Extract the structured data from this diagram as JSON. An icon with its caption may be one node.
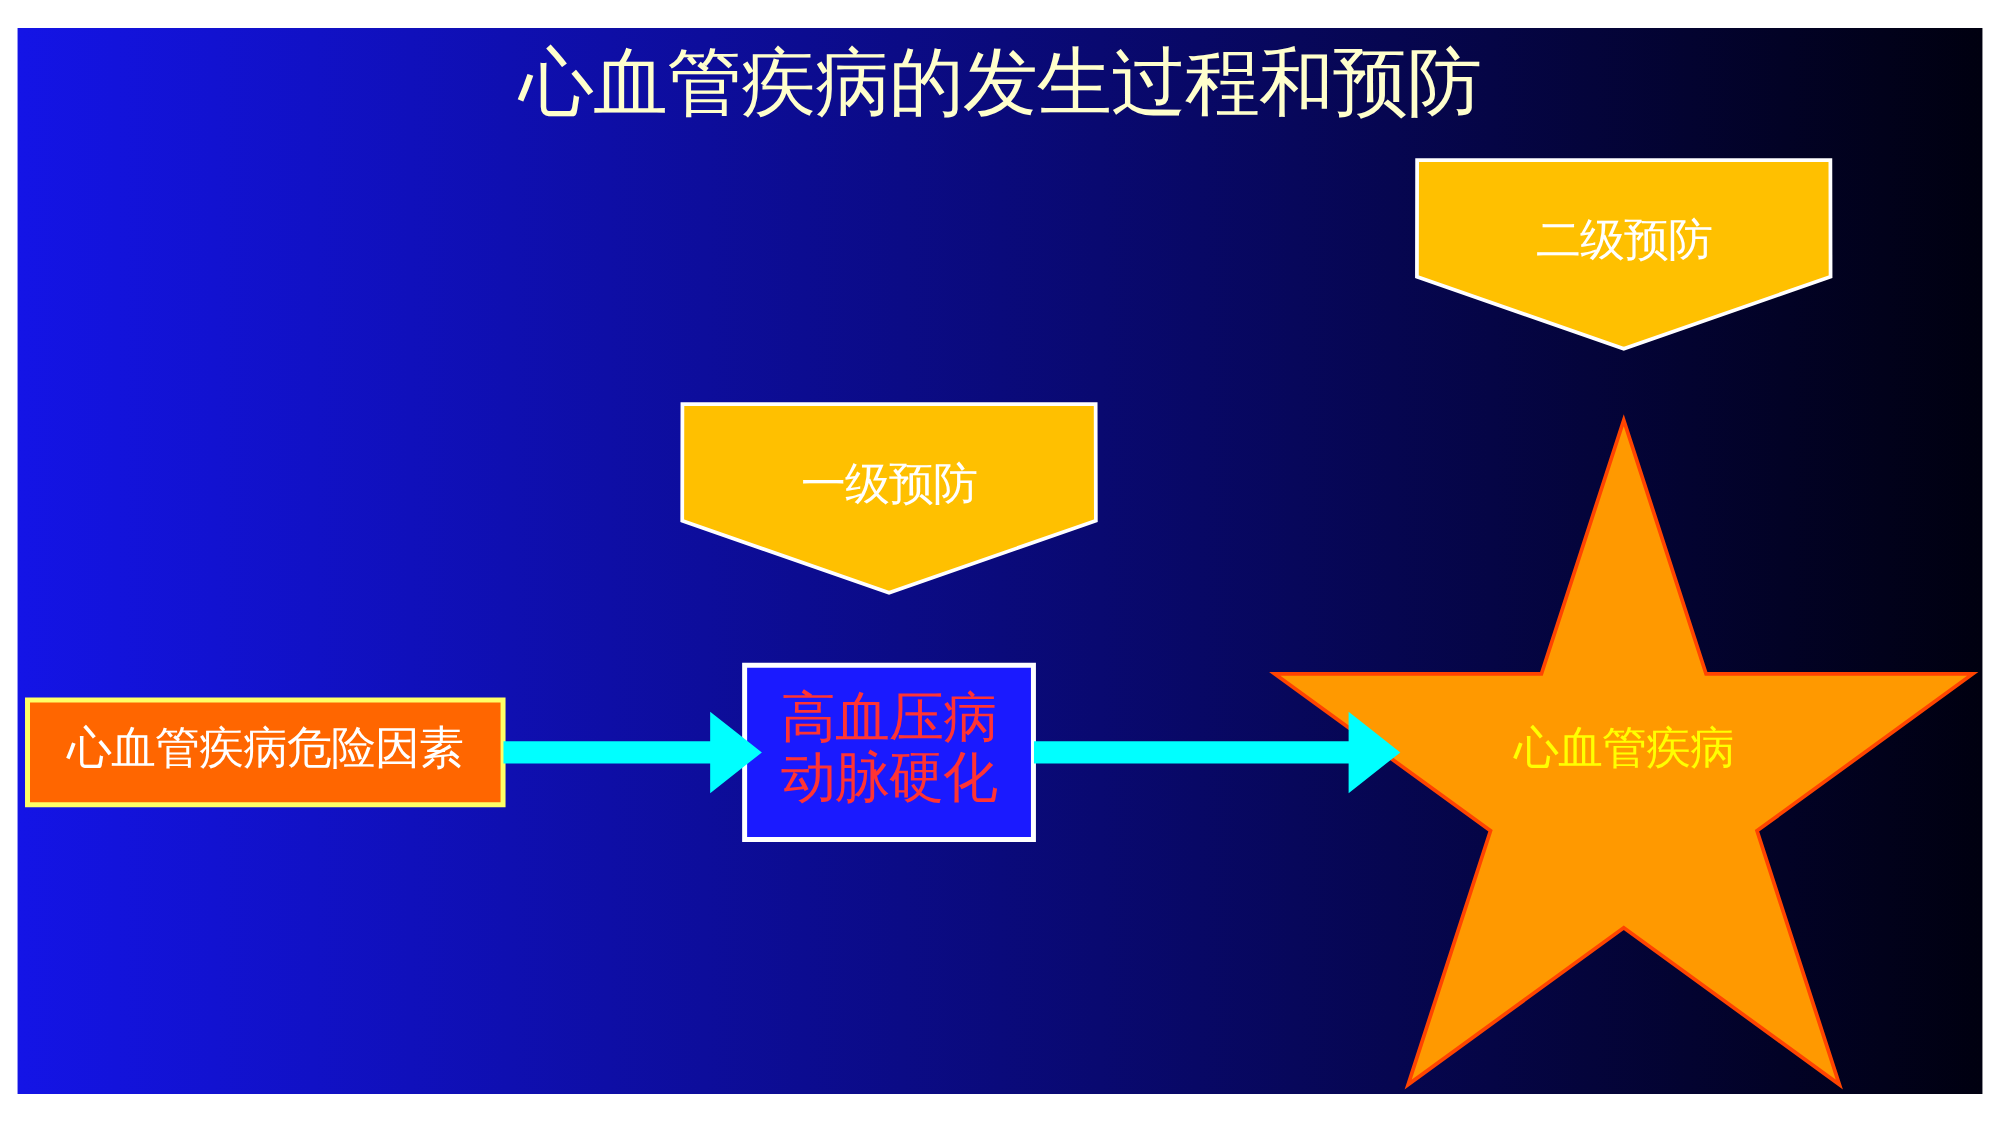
{
  "diagram": {
    "title": "心血管疾病的发生过程和预防",
    "nodes": [
      {
        "text": [
          "心血管疾病危险因素"
        ]
      },
      {
        "text": [
          "一级预防"
        ]
      },
      {
        "text": [
          "高血压病",
          "动脉硬化"
        ]
      },
      {
        "text": [
          "二级预防"
        ]
      },
      {
        "text": [
          "心血管疾病"
        ]
      }
    ],
    "edges": [
      {
        "from": 0,
        "to": 2,
        "arrow": "to"
      },
      {
        "from": 2,
        "to": 4,
        "arrow": "to"
      }
    ]
  }
}
